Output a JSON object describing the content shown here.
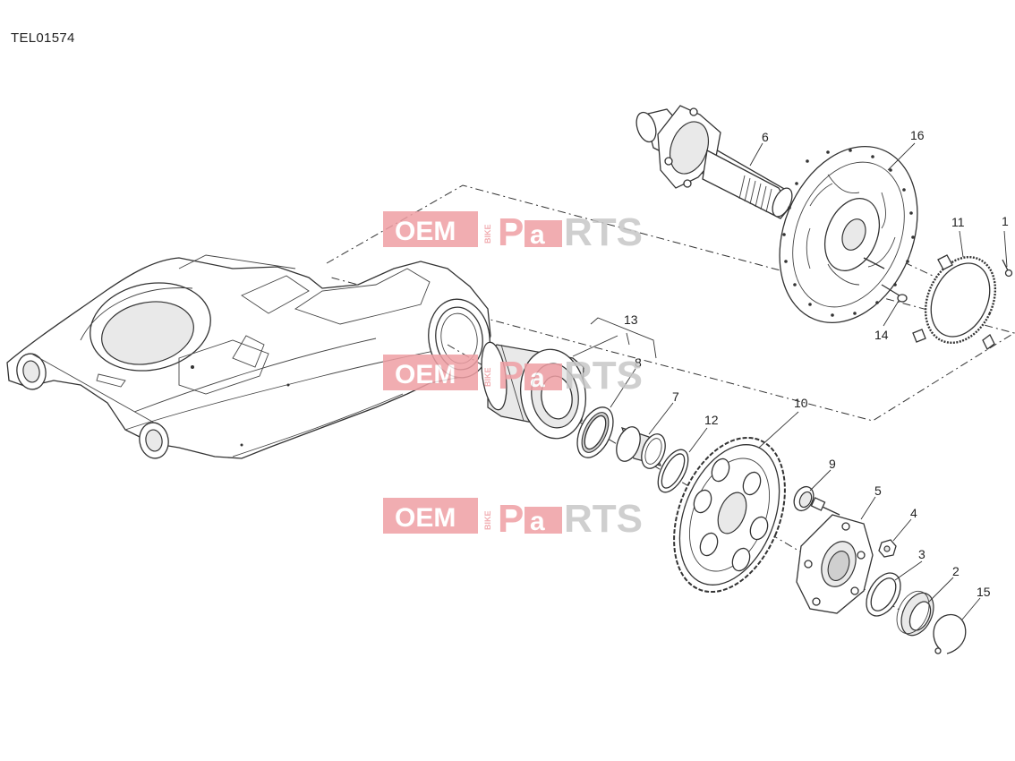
{
  "drawing_code": "TEL01574",
  "watermark": {
    "left": "OEM",
    "small": "BIKE",
    "right_a": "P",
    "right_b": "a",
    "right_c": "RTS"
  },
  "callouts": [
    "1",
    "2",
    "3",
    "4",
    "5",
    "6",
    "7",
    "8",
    "9",
    "10",
    "11",
    "12",
    "13",
    "14",
    "15",
    "16"
  ]
}
